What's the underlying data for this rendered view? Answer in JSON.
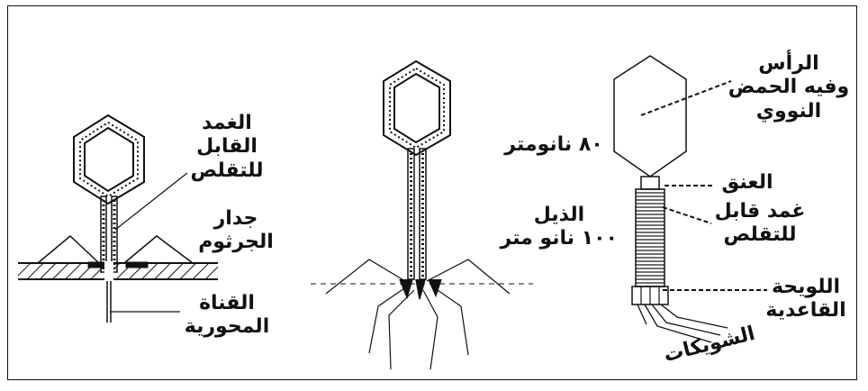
{
  "colors": {
    "line": "#111111",
    "background": "#ffffff"
  },
  "labels": {
    "left": {
      "sheath": "الغمد\nالقابل\nللتقلص",
      "bacterial_wall": "جدار\nالجرثوم",
      "axial_canal": "القناة\nالمحورية"
    },
    "right": {
      "head": "الرأس\nوفيه الحمض\nالنووي",
      "head_size": "٨٠ نانومتر",
      "neck": "العنق",
      "tail": "الذيل\n١٠٠ نانو متر",
      "contractile_sheath": "غمد قابل\nللتقلص",
      "base_plate": "اللويحة\nالقاعدية",
      "fibers": "الشويكات"
    }
  }
}
